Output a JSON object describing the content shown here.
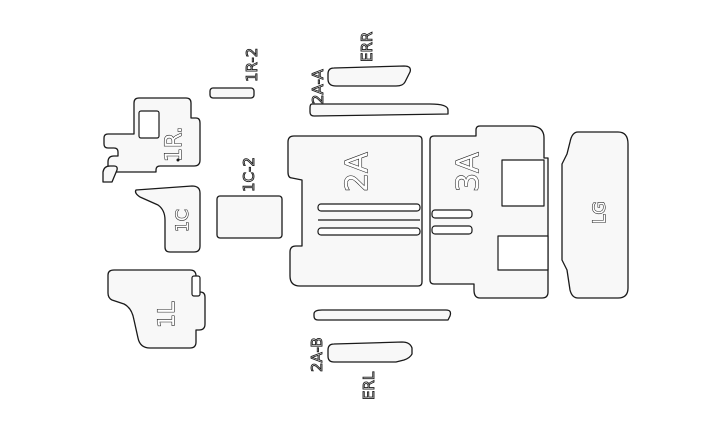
{
  "labels": {
    "p1r": "1R.",
    "p1r2": "1R-2",
    "p1c": "1C",
    "p1c2": "1C-2",
    "p1l": "1L",
    "p2a": "2A",
    "p2aa": "2A-A",
    "p2ab": "2A-B",
    "err": "ERR",
    "erl": "ERL",
    "p3a": "3A",
    "lg": "LG"
  }
}
